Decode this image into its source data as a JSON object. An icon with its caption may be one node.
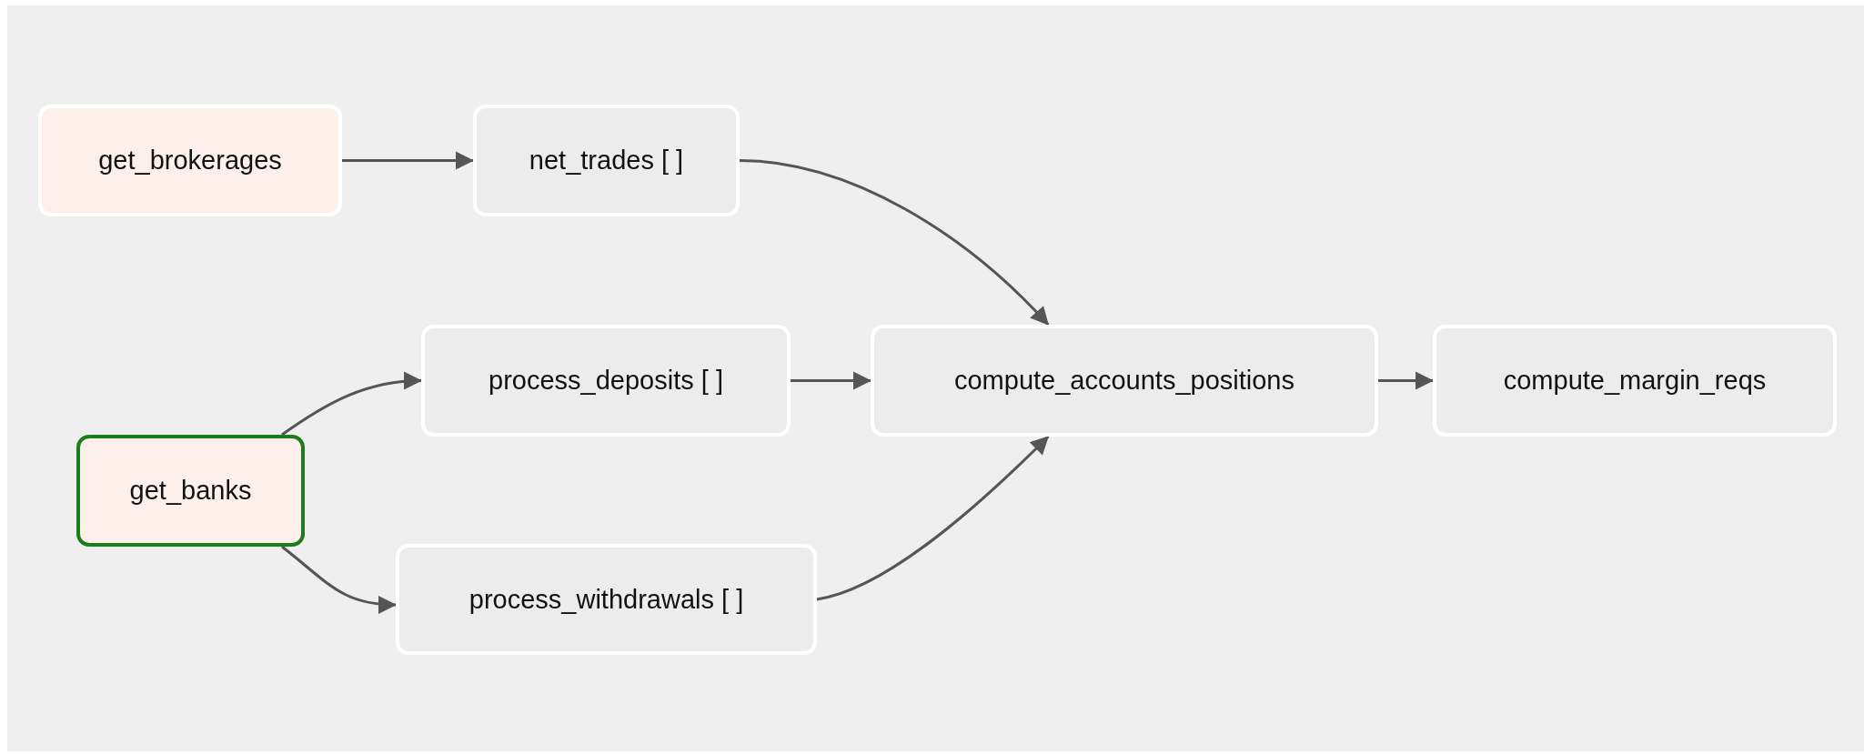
{
  "diagram": {
    "nodes": [
      {
        "text": [
          "get_brokerages"
        ]
      },
      {
        "text": [
          "net_trades [ ]"
        ]
      },
      {
        "text": [
          "process_deposits [ ]"
        ]
      },
      {
        "text": [
          "get_banks"
        ]
      },
      {
        "text": [
          "process_withdrawals [ ]"
        ]
      },
      {
        "text": [
          "compute_accounts_positions"
        ]
      },
      {
        "text": [
          "compute_margin_reqs"
        ]
      }
    ],
    "edges": [
      {
        "from": 0,
        "to": 1,
        "arrow": "to"
      },
      {
        "from": 1,
        "to": 5,
        "arrow": "to"
      },
      {
        "from": 3,
        "to": 2,
        "arrow": "to"
      },
      {
        "from": 3,
        "to": 4,
        "arrow": "to"
      },
      {
        "from": 2,
        "to": 5,
        "arrow": "to"
      },
      {
        "from": 4,
        "to": 5,
        "arrow": "to"
      },
      {
        "from": 5,
        "to": 6,
        "arrow": "to"
      }
    ]
  }
}
